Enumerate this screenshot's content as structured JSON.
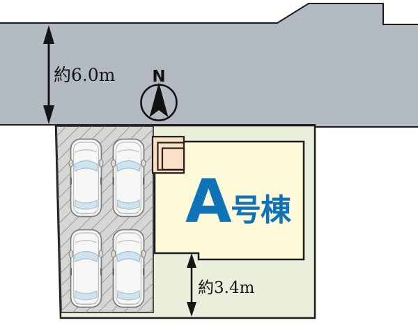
{
  "diagram": {
    "type": "real-estate-site-plan",
    "road": {
      "width_label": "約6.0m"
    },
    "compass": {
      "north_label": "N"
    },
    "building": {
      "label_letter": "A",
      "label_suffix": "号棟",
      "label_full": "A号棟"
    },
    "plot": {
      "depth_label": "約3.4m"
    },
    "parking": {
      "car_count": 4
    },
    "colors": {
      "road": "#b4bac2",
      "plot": "#e9efda",
      "parking": "#d6d6d4",
      "hatch_line": "#8f8f8d",
      "building": "#fdf9d9",
      "entrance": "#f9e1c7",
      "label_blue": "#0e73b8",
      "line": "#1c1c1c"
    }
  }
}
